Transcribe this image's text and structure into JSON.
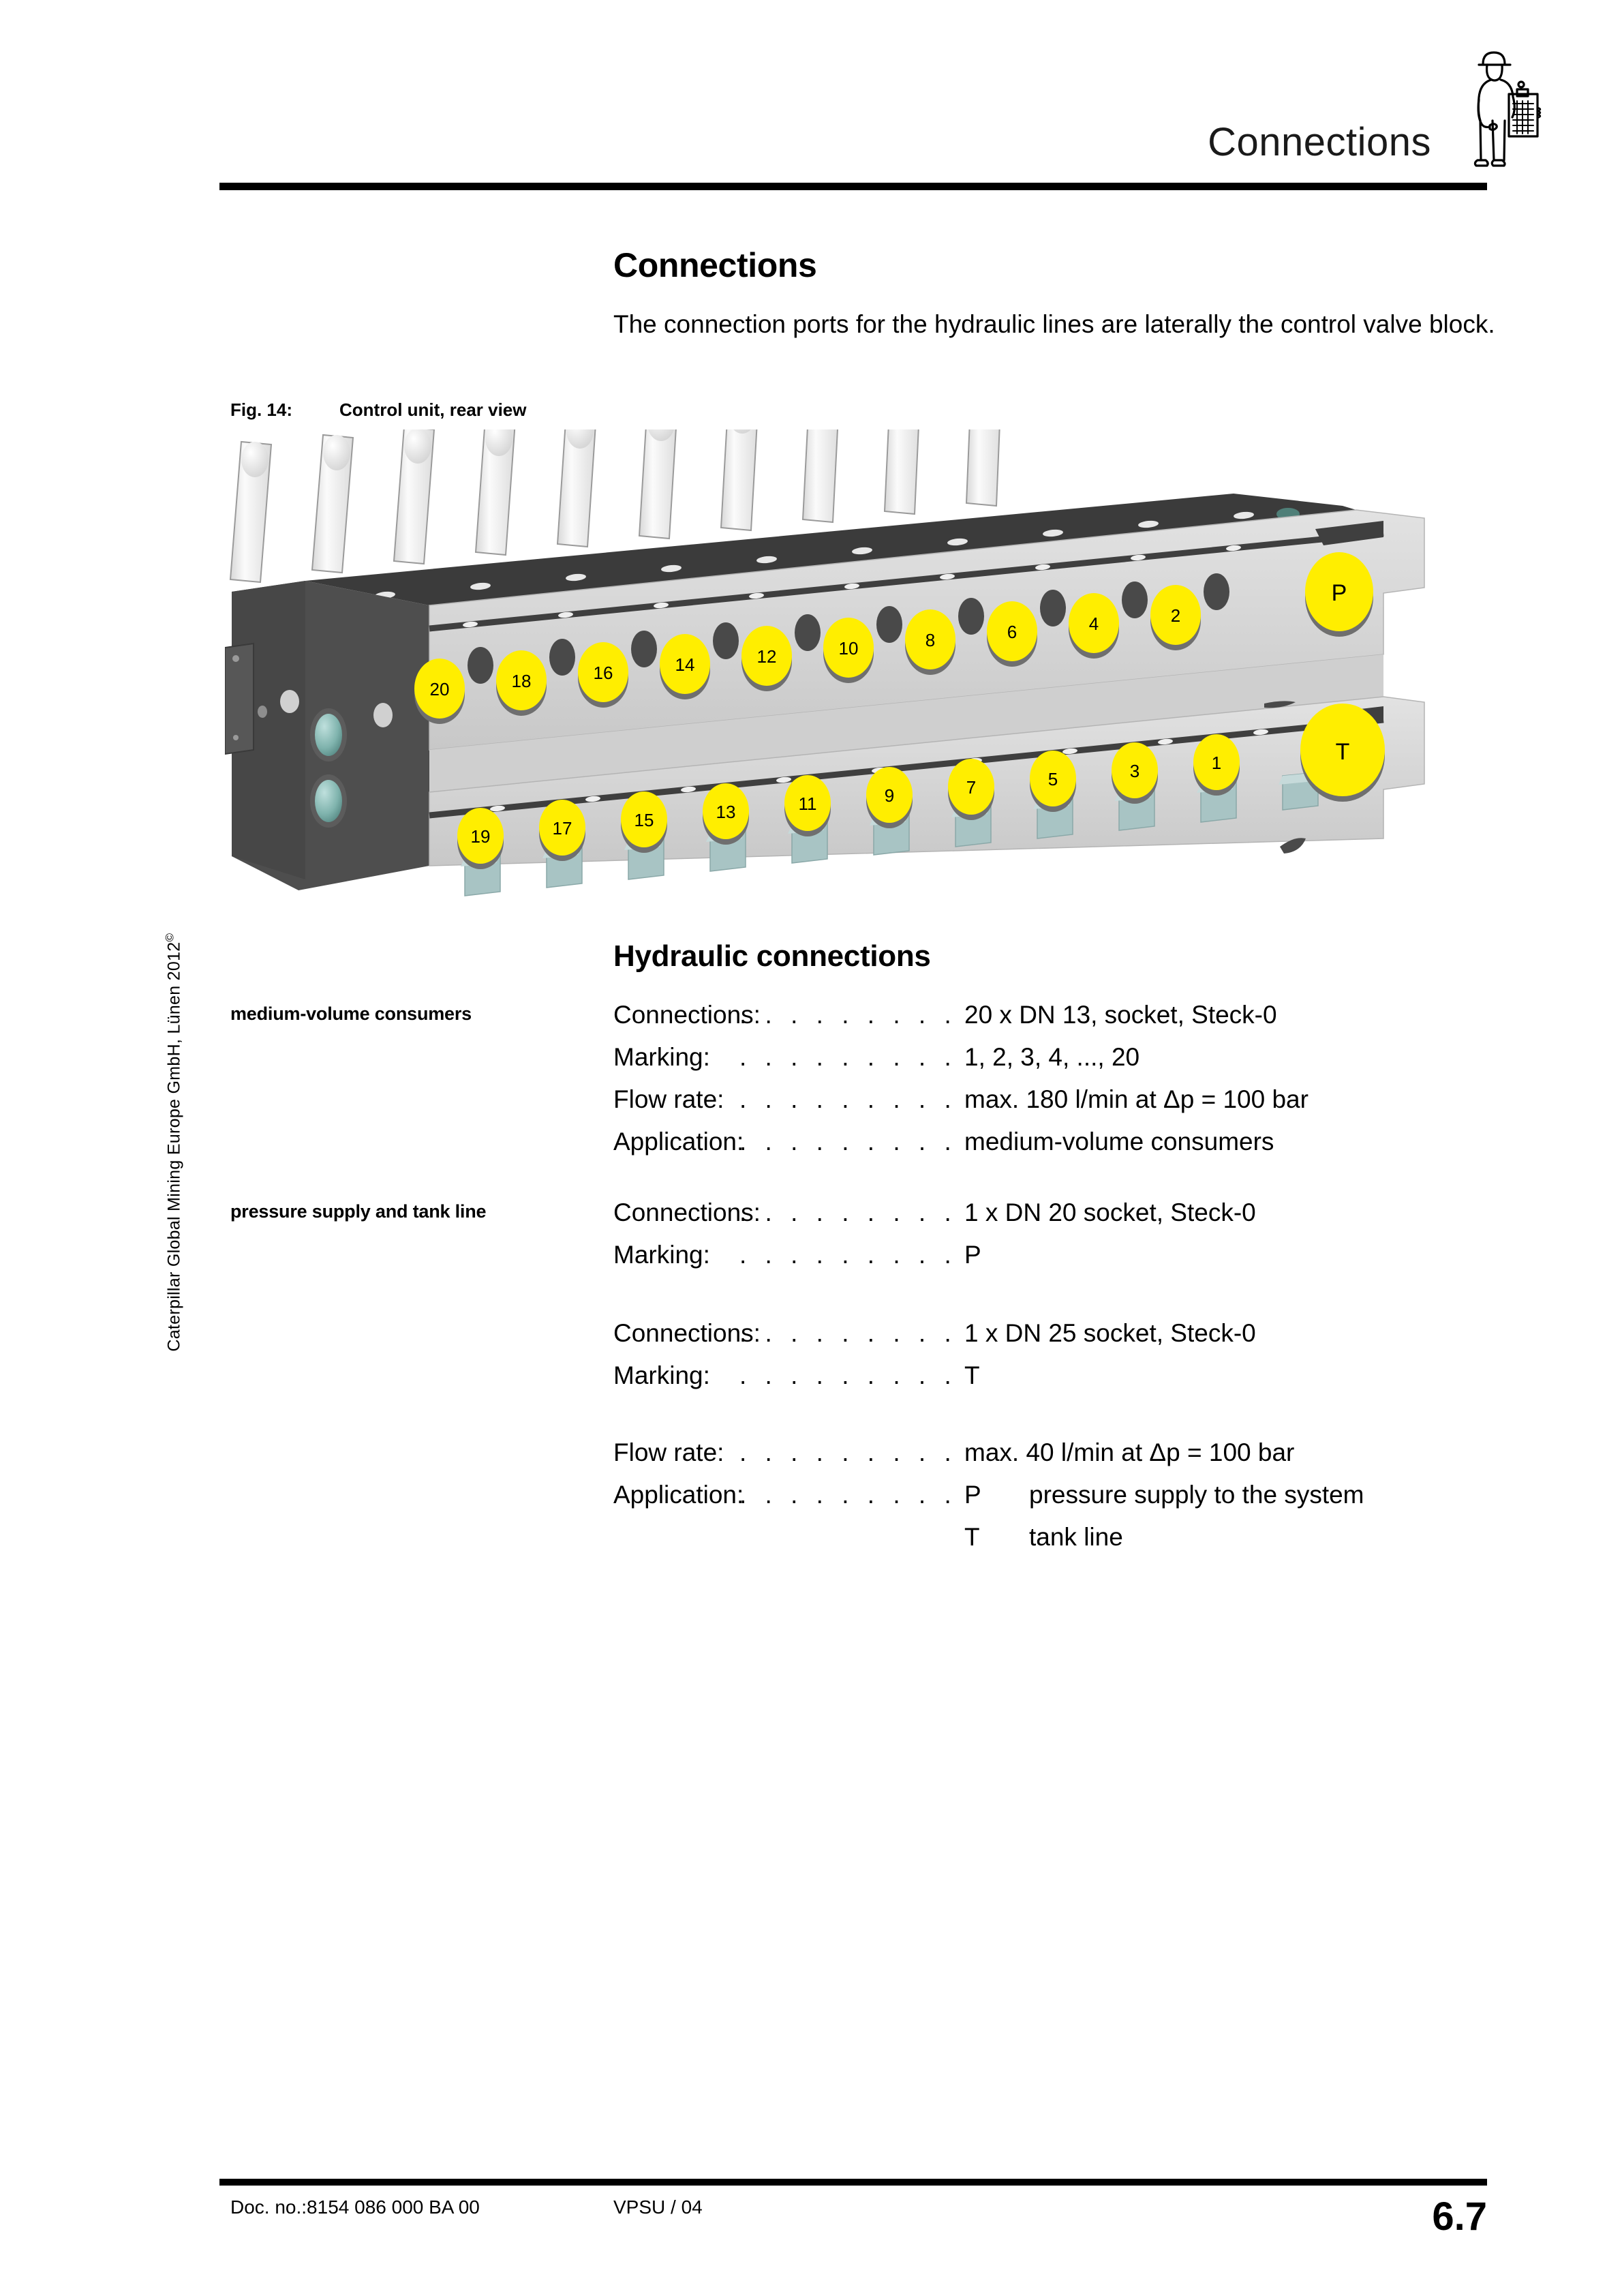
{
  "header": {
    "title": "Connections",
    "icon": "worker-with-clipboard-icon"
  },
  "section": {
    "title": "Connections",
    "intro": "The connection ports for the hydraulic lines are laterally the control valve block."
  },
  "figure": {
    "caption_number": "Fig. 14:",
    "caption_text": "Control unit, rear view",
    "colors": {
      "port_fill": "#ffee00",
      "body_light": "#d9d9d9",
      "body_mid": "#bfbfbf",
      "body_dark": "#4a4a4a",
      "top_face": "#3a3a3a",
      "lever": "#f2f2f2",
      "tab": "#a8c4c4"
    },
    "ports_top_row": [
      "20",
      "18",
      "16",
      "14",
      "12",
      "10",
      "8",
      "6",
      "4",
      "2"
    ],
    "ports_bottom_row": [
      "19",
      "17",
      "15",
      "13",
      "11",
      "9",
      "7",
      "5",
      "3",
      "1"
    ],
    "port_pressure": "P",
    "port_tank": "T",
    "lever_count": 10
  },
  "hydraulic": {
    "title": "Hydraulic connections",
    "group_medium": {
      "margin_label": "medium-volume consumers",
      "rows": [
        {
          "label": "Connections:",
          "dots": ". . . . . . . . . . . .",
          "value": "20 x DN 13, socket, Steck-0"
        },
        {
          "label": "Marking:",
          "dots": ". . . . . . . . . . . . . . .",
          "value": "1, 2, 3, 4, ..., 20"
        },
        {
          "label": "Flow rate:",
          "dots": ". . . . . . . . . . . . . .",
          "value": "max. 180 l/min at Δp = 100 bar"
        },
        {
          "label": "Application:",
          "dots": ". . . . . . . . . . . .",
          "value": "medium-volume consumers"
        }
      ]
    },
    "group_pressure": {
      "margin_label": "pressure supply and tank line",
      "rows_p": [
        {
          "label": "Connections:",
          "dots": ". . . . . . . . . . . .",
          "value": "1 x DN 20 socket, Steck-0"
        },
        {
          "label": "Marking:",
          "dots": ". . . . . . . . . . . . . . .",
          "value": "P"
        }
      ],
      "rows_t": [
        {
          "label": "Connections:",
          "dots": ". . . . . . . . . . . .",
          "value": "1 x DN 25 socket, Steck-0"
        },
        {
          "label": "Marking:",
          "dots": ". . . . . . . . . . . . . . .",
          "value": "T"
        }
      ],
      "rows_common": [
        {
          "label": "Flow rate:",
          "dots": ". . . . . . . . . . . . . .",
          "value": "max. 40 l/min at Δp = 100 bar"
        },
        {
          "label": "Application:",
          "dots": ". . . . . . . . . . . .",
          "value": "",
          "key1": "P",
          "text1": "pressure supply to the system",
          "key2": "T",
          "text2": "tank line"
        }
      ]
    }
  },
  "copyright": "Caterpillar Global Mining Europe GmbH, Lünen 2012",
  "footer": {
    "doc_no": "Doc. no.:8154 086 000 BA 00",
    "vpsu": "VPSU / 04",
    "page": "6.7"
  }
}
